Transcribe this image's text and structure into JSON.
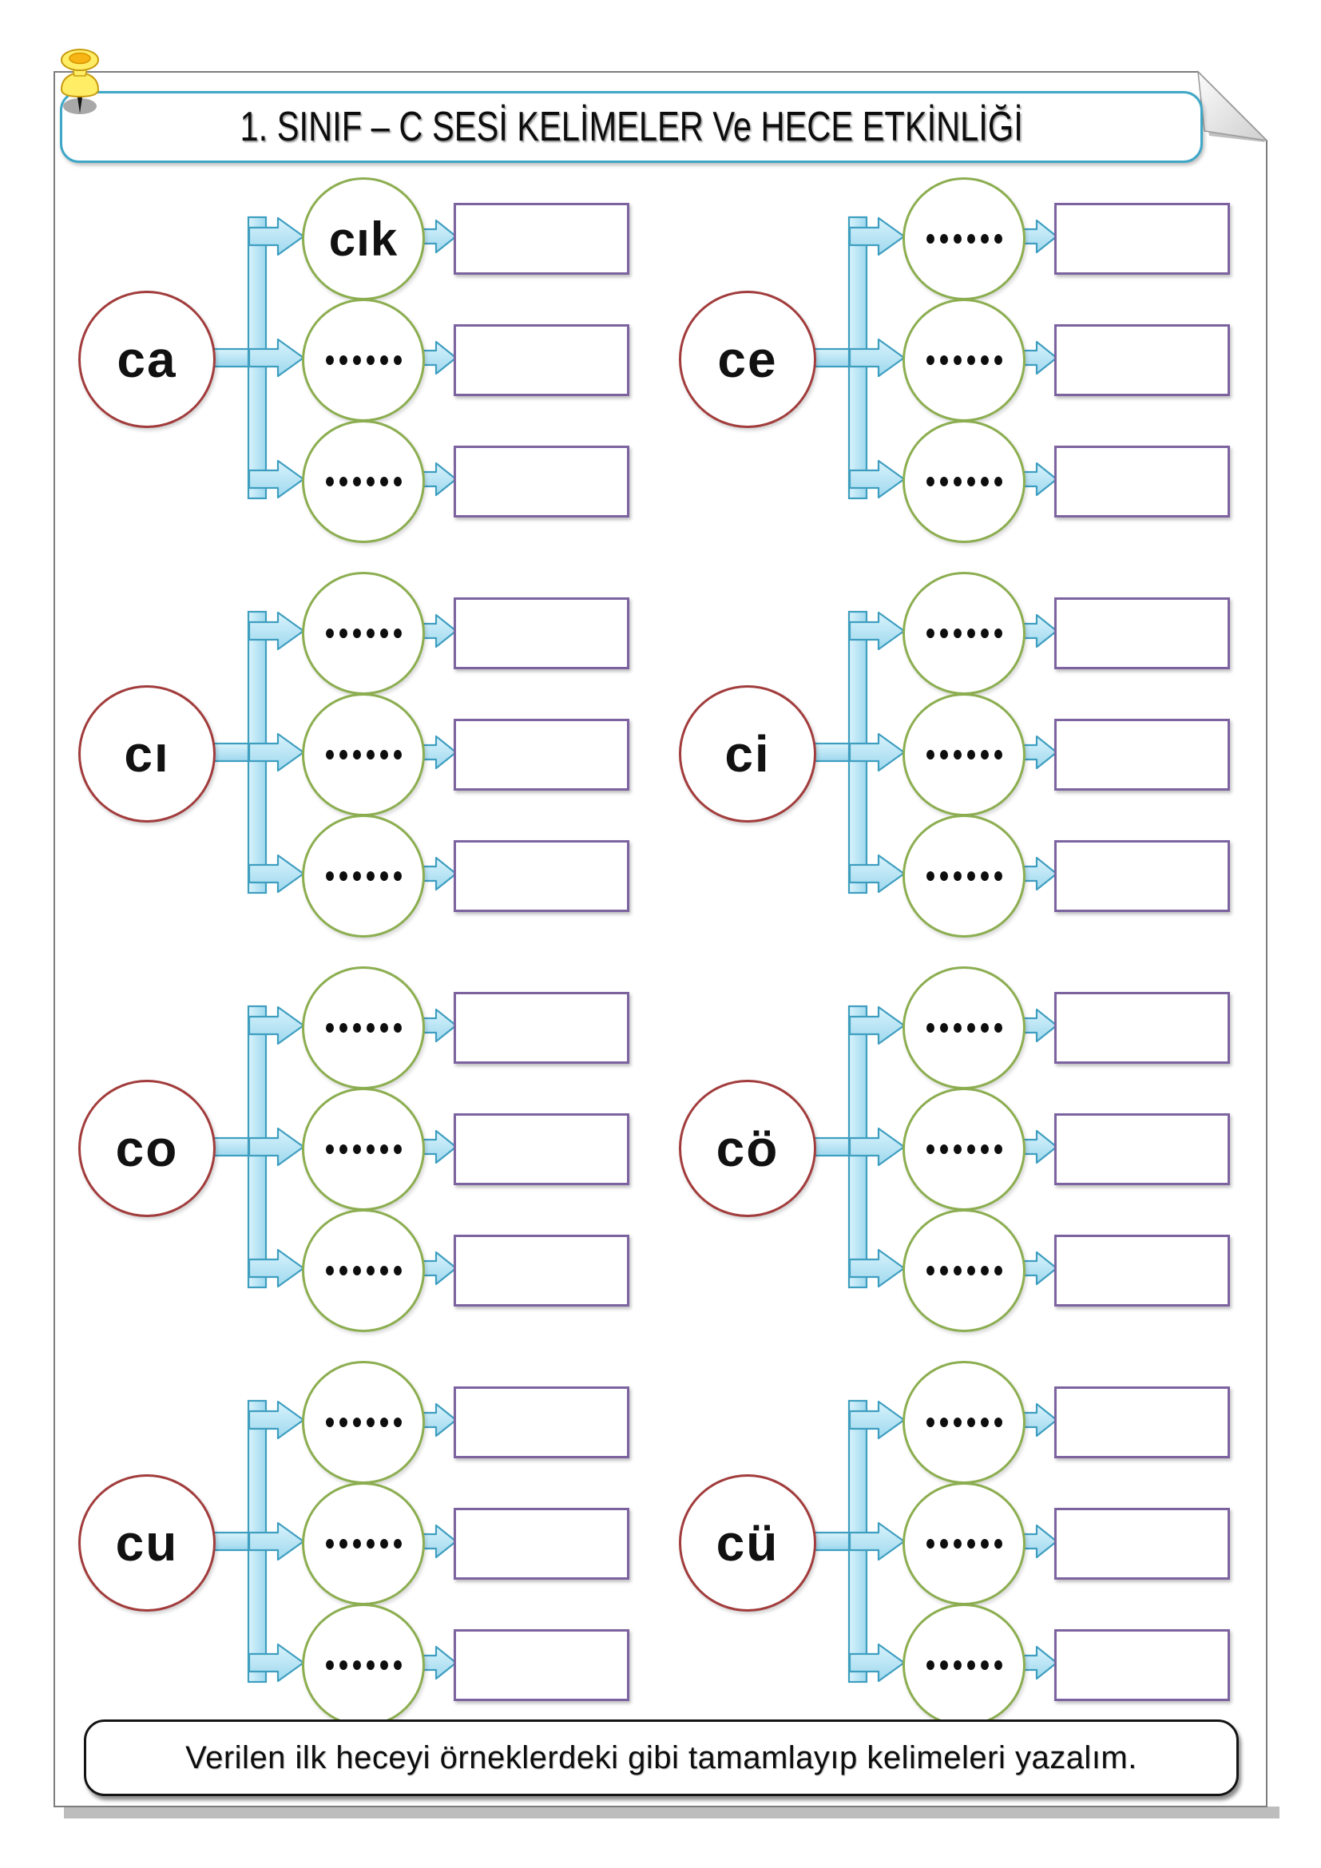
{
  "page": {
    "title": "1. SINIF – C SESİ KELİMELER Ve HECE ETKİNLİĞİ",
    "footer": "Verilen ilk heceyi örneklerdeki gibi tamamlayıp kelimeleri yazalım.",
    "colors": {
      "header_border": "#3FA7C7",
      "syllable_circle_border": "#A23C3C",
      "answer_circle_border": "#8CAE50",
      "answer_box_border": "#7C63A0",
      "arrow_fill_light": "#D9F3FC",
      "arrow_fill_dark": "#9ED8EE",
      "arrow_stroke": "#3E9EC0",
      "pushpin_yellow": "#FFED66"
    }
  },
  "groups": [
    {
      "syllable": "ca",
      "circles": [
        "cık",
        "......",
        "......"
      ]
    },
    {
      "syllable": "ce",
      "circles": [
        "......",
        "......",
        "......"
      ]
    },
    {
      "syllable": "cı",
      "circles": [
        "......",
        "......",
        "......"
      ]
    },
    {
      "syllable": "ci",
      "circles": [
        "......",
        "......",
        "......"
      ]
    },
    {
      "syllable": "co",
      "circles": [
        "......",
        "......",
        "......"
      ]
    },
    {
      "syllable": "cö",
      "circles": [
        "......",
        "......",
        "......"
      ]
    },
    {
      "syllable": "cu",
      "circles": [
        "......",
        "......",
        "......"
      ]
    },
    {
      "syllable": "cü",
      "circles": [
        "......",
        "......",
        "......"
      ]
    }
  ]
}
